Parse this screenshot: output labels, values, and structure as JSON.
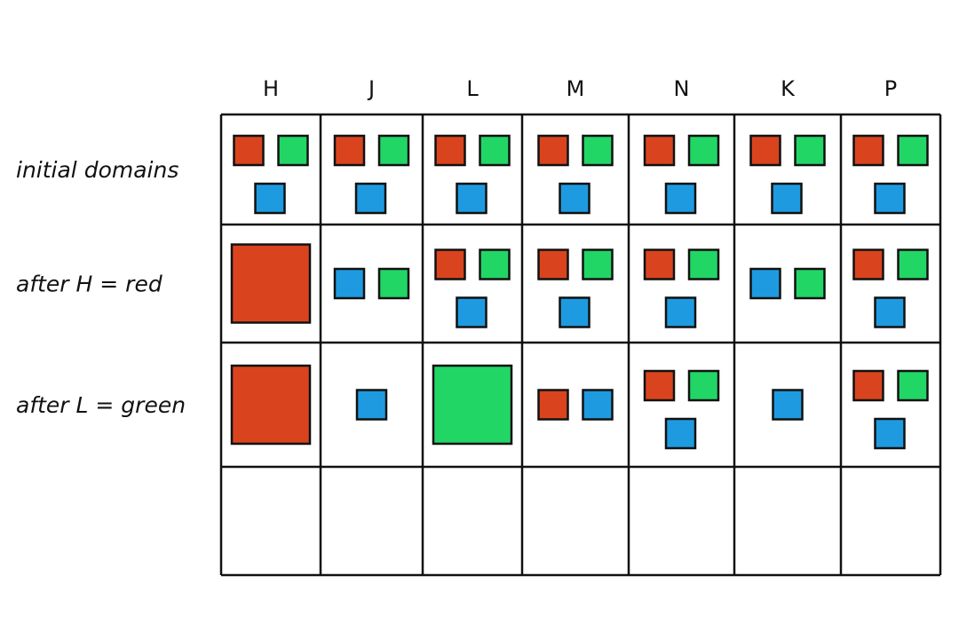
{
  "colors": {
    "red": "#d9441e",
    "green": "#22d666",
    "blue": "#1e9be0",
    "line": "#111111",
    "background": "#ffffff"
  },
  "columns": [
    "H",
    "J",
    "L",
    "M",
    "N",
    "K",
    "P"
  ],
  "rows": [
    {
      "label": "initial domains",
      "cells": [
        [
          "red",
          "green",
          "blue"
        ],
        [
          "red",
          "green",
          "blue"
        ],
        [
          "red",
          "green",
          "blue"
        ],
        [
          "red",
          "green",
          "blue"
        ],
        [
          "red",
          "green",
          "blue"
        ],
        [
          "red",
          "green",
          "blue"
        ],
        [
          "red",
          "green",
          "blue"
        ]
      ]
    },
    {
      "label": "after H = red",
      "cells": [
        [
          "red"
        ],
        [
          "blue",
          "green"
        ],
        [
          "red",
          "green",
          "blue"
        ],
        [
          "red",
          "green",
          "blue"
        ],
        [
          "red",
          "green",
          "blue"
        ],
        [
          "blue",
          "green"
        ],
        [
          "red",
          "green",
          "blue"
        ]
      ]
    },
    {
      "label": "after L = green",
      "cells": [
        [
          "red"
        ],
        [
          "blue"
        ],
        [
          "green"
        ],
        [
          "red",
          "blue"
        ],
        [
          "red",
          "green",
          "blue"
        ],
        [
          "blue"
        ],
        [
          "red",
          "green",
          "blue"
        ]
      ]
    },
    {
      "label": "",
      "cells": [
        [],
        [],
        [],
        [],
        [],
        [],
        []
      ]
    }
  ]
}
